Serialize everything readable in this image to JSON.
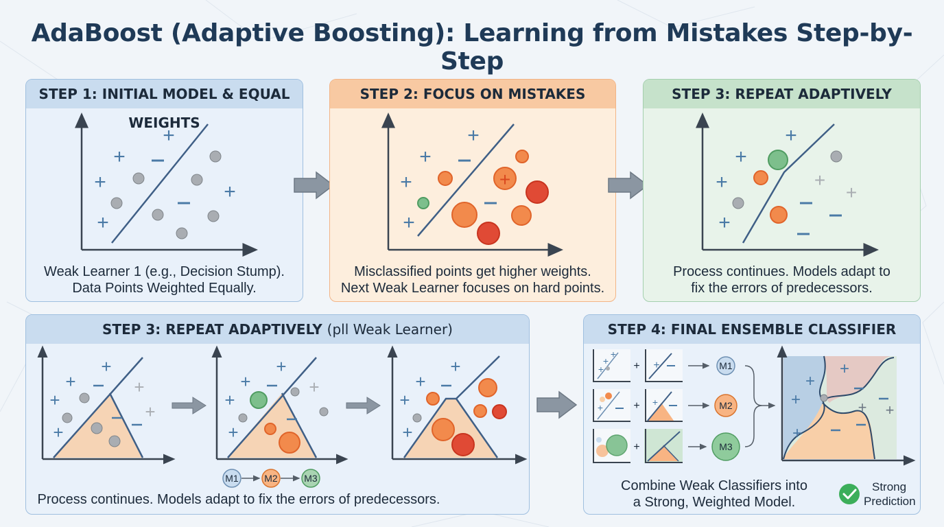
{
  "title": "AdaBoost (Adaptive Boosting): Learning from Mistakes Step-by-Step",
  "step1": {
    "heading": "STEP 1: INITIAL MODEL & EQUAL WEIGHTS",
    "caption_line1": "Weak Learner 1 (e.g., Decision Stump).",
    "caption_line2": "Data Points Weighted Equally."
  },
  "step2": {
    "heading": "STEP 2: FOCUS ON MISTAKES",
    "caption_line1": "Misclassified points get higher weights.",
    "caption_line2": "Next Weak Learner focuses on hard points."
  },
  "step3": {
    "heading": "STEP 3: REPEAT ADAPTIVELY",
    "caption_line1": "Process continues. Models adapt to",
    "caption_line2": "fix the errors of predecessors."
  },
  "step3b": {
    "heading": "STEP 3: REPEAT ADAPTIVELY",
    "heading_suffix": "(pll Weak Learner)",
    "models": [
      "M1",
      "M2",
      "M3"
    ],
    "caption": "Process continues. Models adapt to fix the errors of predecessors."
  },
  "step4": {
    "heading": "STEP 4: FINAL ENSEMBLE CLASSIFIER",
    "models": [
      "M1",
      "M2",
      "M3"
    ],
    "caption_line1": "Combine Weak Classifiers into",
    "caption_line2": "a Strong, Weighted Model.",
    "badge_line1": "Strong",
    "badge_line2": "Prediction"
  },
  "colors": {
    "blue_header": "#c9dcef",
    "orange_header": "#f8c9a2",
    "green_header": "#c6e2cb",
    "plus_sign": "#4a7aa6",
    "minus_sign": "#4a7aa6",
    "neutral_point": "#a9adb2",
    "orange_point": "#f28a4c",
    "red_point": "#e04a35",
    "green_point": "#7dbf8c",
    "check": "#3cae5a"
  },
  "icons": [
    "arrow-right-icon",
    "check-circle-icon"
  ]
}
